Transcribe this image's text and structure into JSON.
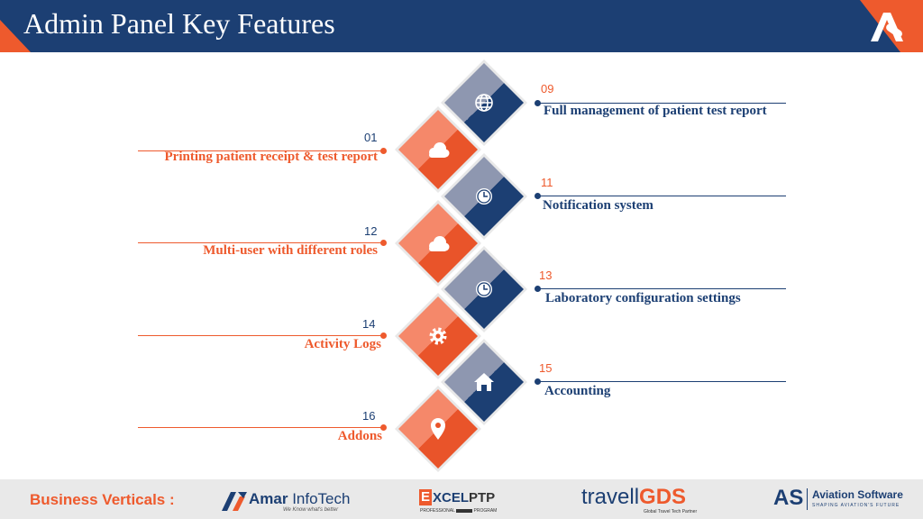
{
  "header": {
    "title": "Admin Panel Key Features"
  },
  "features_left": [
    {
      "num": "01",
      "label": "Printing patient receipt & test report",
      "icon": "cloud-icon"
    },
    {
      "num": "12",
      "label": "Multi-user with different roles",
      "icon": "cloud-icon"
    },
    {
      "num": "14",
      "label": "Activity Logs",
      "icon": "gear-icon"
    },
    {
      "num": "16",
      "label": "Addons",
      "icon": "location-pin-icon"
    }
  ],
  "features_right": [
    {
      "num": "09",
      "label": "Full management of patient test report",
      "icon": "globe-icon"
    },
    {
      "num": "11",
      "label": "Notification system",
      "icon": "clock-icon"
    },
    {
      "num": "13",
      "label": "Laboratory configuration settings",
      "icon": "clock-icon"
    },
    {
      "num": "15",
      "label": "Accounting",
      "icon": "home-icon"
    }
  ],
  "footer": {
    "label": "Business Verticals :",
    "brands": {
      "amar_main": "Amar",
      "amar_sub": "InfoTech",
      "amar_tag": "We Know what's better",
      "excel_main": "XCEL",
      "excel_ptp": "PTP",
      "excel_tag_a": "PROFESSIONAL",
      "excel_tag_b": "PROGRAM",
      "travell_main": "travell",
      "travell_gds": "GDS",
      "travell_tag": "Global Travel Tech Partner",
      "as_letters": "AS",
      "as_name": "Aviation Software",
      "as_tag": "SHAPING AVIATION'S FUTURE"
    }
  },
  "colors": {
    "navy": "#1c3f73",
    "orange": "#ee5a2d",
    "light_orange": "#f5886a",
    "slate": "#8e97b0",
    "footer_bg": "#e9e9e9"
  }
}
